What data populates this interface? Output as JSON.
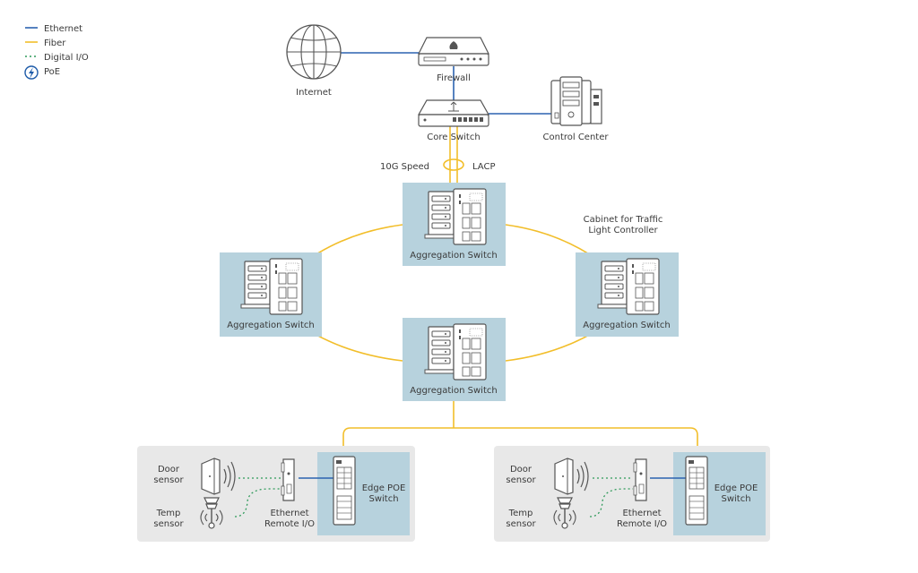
{
  "legend": {
    "ethernet": "Ethernet",
    "fiber": "Fiber",
    "digital_io": "Digital I/O",
    "poe": "PoE"
  },
  "colors": {
    "ethernet": "#2b62b0",
    "fiber": "#f2be2a",
    "digital_io": "#2f9a5a",
    "box": "#b7d2dd",
    "site": "#e8e8e8"
  },
  "nodes": {
    "internet": "Internet",
    "firewall": "Firewall",
    "core_switch": "Core Switch",
    "control_center": "Control Center",
    "speed": "10G Speed",
    "lacp": "LACP",
    "cabinet_line1": "Cabinet for Traffic",
    "cabinet_line2": "Light Controller",
    "agg_top": "Aggregation Switch",
    "agg_left": "Aggregation Switch",
    "agg_right": "Aggregation Switch",
    "agg_bottom": "Aggregation Switch"
  },
  "sites": [
    {
      "door_sensor": [
        "Door",
        "sensor"
      ],
      "temp_sensor": [
        "Temp",
        "sensor"
      ],
      "remote_io": [
        "Ethernet",
        "Remote I/O"
      ],
      "edge_switch": [
        "Edge POE",
        "Switch"
      ]
    },
    {
      "door_sensor": [
        "Door",
        "sensor"
      ],
      "temp_sensor": [
        "Temp",
        "sensor"
      ],
      "remote_io": [
        "Ethernet",
        "Remote I/O"
      ],
      "edge_switch": [
        "Edge POE",
        "Switch"
      ]
    }
  ],
  "icons": {
    "poe_icon": "lightning-bolt"
  }
}
